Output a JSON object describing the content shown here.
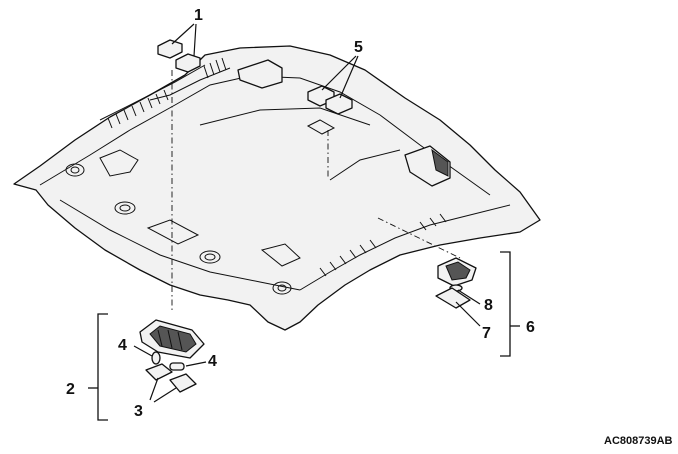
{
  "callouts": {
    "c1": "1",
    "c2": "2",
    "c3": "3",
    "c4a": "4",
    "c4b": "4",
    "c5": "5",
    "c6": "6",
    "c7": "7",
    "c8": "8"
  },
  "figure_code": "AC808739AB"
}
